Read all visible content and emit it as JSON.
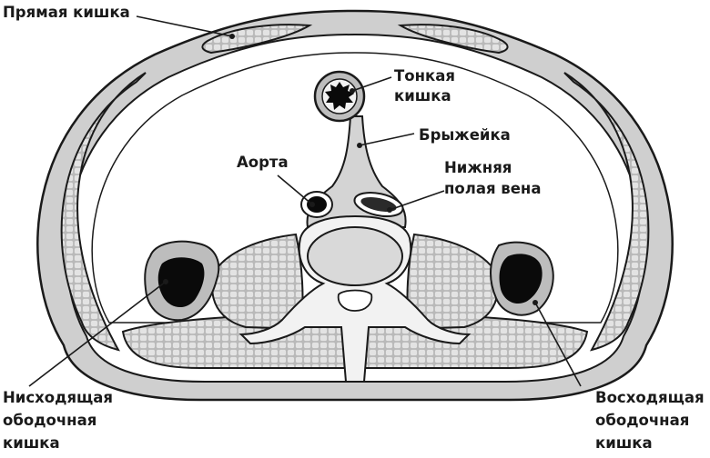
{
  "labels": {
    "rectus": "Прямая кишка",
    "small_intestine": [
      "Тонкая",
      "кишка"
    ],
    "mesentery": "Брыжейка",
    "aorta": "Аорта",
    "ivc": [
      "Нижняя",
      "полая вена"
    ],
    "descending_colon": [
      "Нисходящая",
      "ободочная",
      "кишка"
    ],
    "ascending_colon": [
      "Восходящая",
      "ободочная",
      "кишка"
    ]
  },
  "colors": {
    "outline": "#1a1a1a",
    "body_fill": "#d4d4d4",
    "muscle_fill": "#b9b9b9",
    "muscle_cell": "#e3e3e3",
    "lumen": "#0a0a0a",
    "bone_fill": "#f2f2f2"
  }
}
